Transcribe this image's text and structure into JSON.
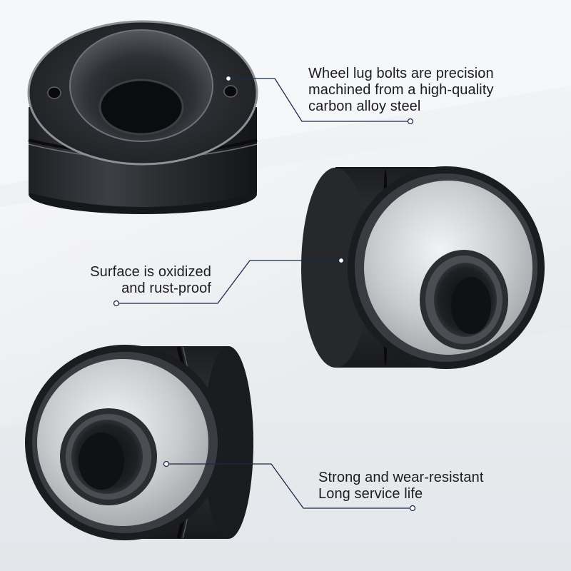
{
  "callouts": [
    {
      "lines": [
        "Wheel lug bolts are precision",
        "machined from a high-quality",
        "carbon alloy steel"
      ]
    },
    {
      "lines": [
        "Surface is oxidized",
        "and rust-proof"
      ]
    },
    {
      "lines": [
        "Strong and wear-resistant",
        "Long service life"
      ]
    }
  ],
  "colors": {
    "text": "#1d1d1f",
    "leader_line": "#1a2a4a",
    "metal_dark": "#2b2d31",
    "metal_face": "#c9cbce",
    "background": "#eef0f3"
  }
}
